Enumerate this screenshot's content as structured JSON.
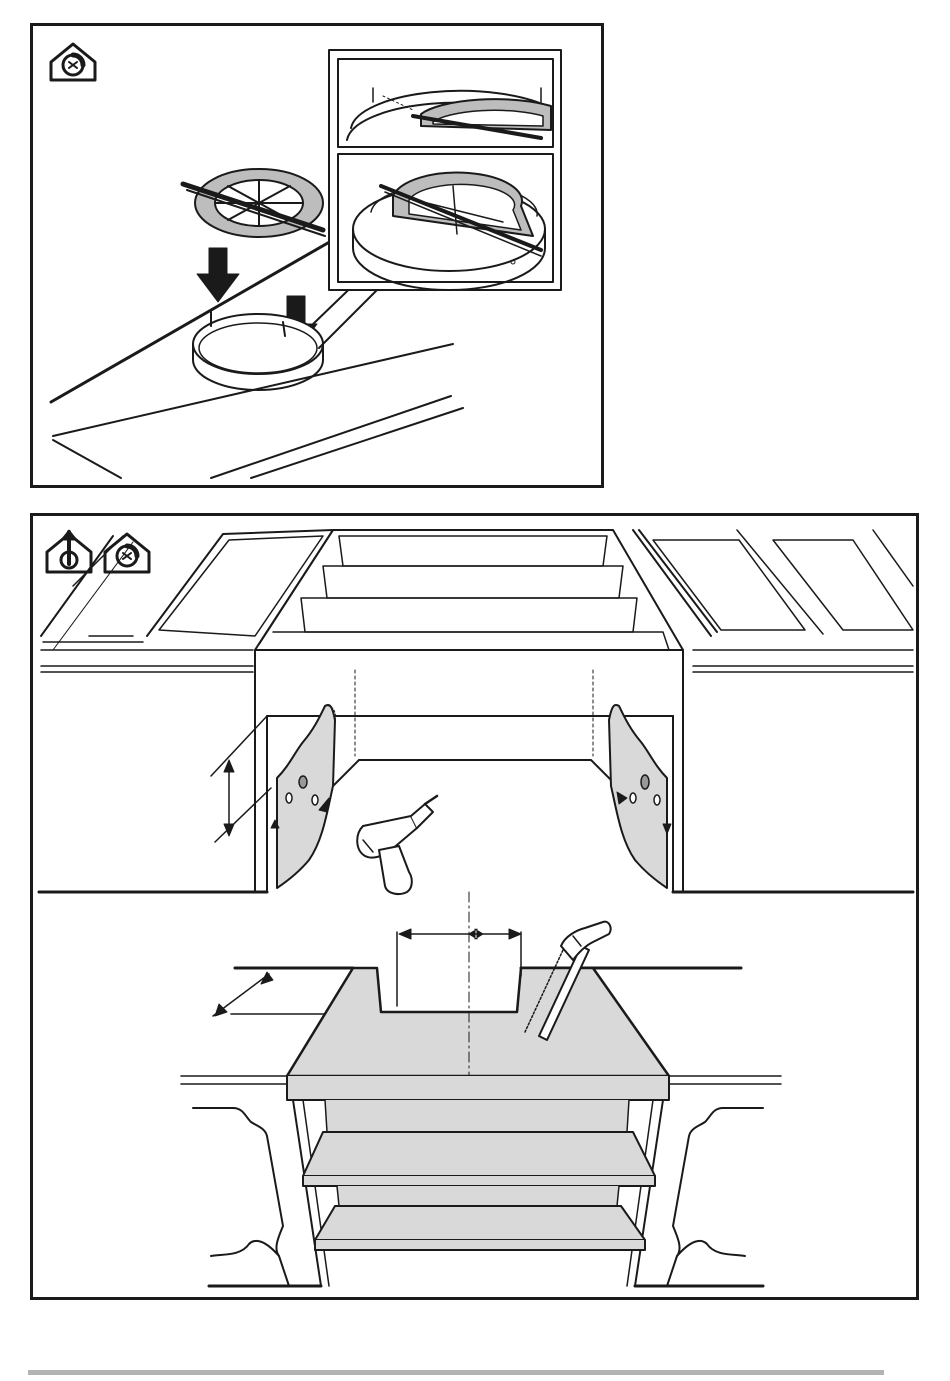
{
  "figure": {
    "panels": [
      {
        "id": "top",
        "mode_icons": [
          {
            "name": "recirculation-mode-icon"
          }
        ],
        "inset_views": 2
      },
      {
        "id": "bottom",
        "mode_icons": [
          {
            "name": "ducted-mode-icon"
          },
          {
            "name": "recirculation-mode-icon"
          }
        ]
      }
    ],
    "colors": {
      "line": "#1a1a1a",
      "surface_gray": "#d9d9d9",
      "filter_gray": "#bdbdbd",
      "footer_bar": "#b3b3b3"
    }
  }
}
